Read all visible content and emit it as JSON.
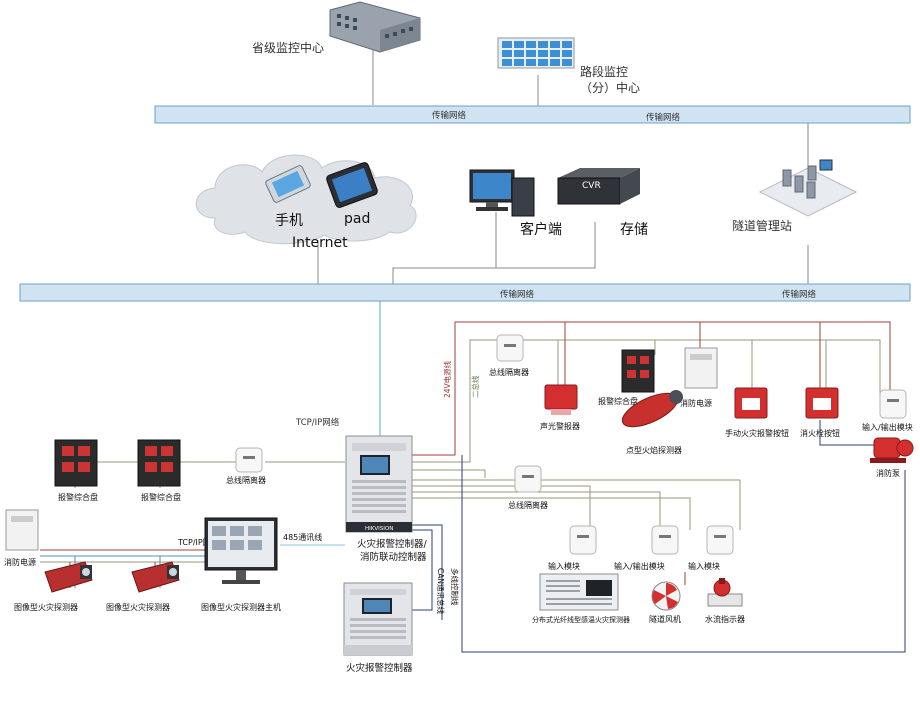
{
  "nodes": {
    "provincial_center": "省级监控中心",
    "segment_center_line1": "路段监控",
    "segment_center_line2": "（分）中心",
    "phone": "手机",
    "pad": "pad",
    "internet": "Internet",
    "client": "客户端",
    "storage": "存储",
    "cvr": "CVR",
    "tunnel_station": "隧道管理站",
    "tcpip_network": "TCP/IP网络",
    "alarm_panel_1": "报警综合盘",
    "alarm_panel_2": "报警综合盘",
    "bus_isolator_left": "总线隔离器",
    "fire_power_left": "消防电源",
    "tcpip_short": "TCP/IP网",
    "comm_485": "485通讯线",
    "image_detector_1": "图像型火灾探测器",
    "image_detector_2": "图像型火灾探测器",
    "image_detector_host": "图像型火灾探测器主机",
    "main_controller_line1": "火灾报警控制器/",
    "main_controller_line2": "消防联动控制器",
    "hikvision": "HIKVISION",
    "can_line": "CAN通讯总线",
    "multi_line": "多线控制线",
    "sub_controller": "火灾报警控制器",
    "power_24v": "24V电源线",
    "bus_2": "二总线",
    "bus_isolator_top": "总线隔离器",
    "sound_light_alarm": "声光警报器",
    "alarm_panel_3": "报警综合盘",
    "fire_power_right": "消防电源",
    "point_flame_detector": "点型火焰探测器",
    "manual_alarm_button": "手动火灾报警按钮",
    "hydrant_button": "消火栓按钮",
    "io_module_top": "输入/输出模块",
    "fire_pump": "消防泵",
    "bus_isolator_mid": "总线隔离器",
    "input_module_1": "输入模块",
    "io_module_mid": "输入/输出模块",
    "input_module_2": "输入模块",
    "fiber_detector": "分布式光纤线型感温火灾探测器",
    "tunnel_fan": "隧道风机",
    "water_flow_indicator": "水流指示器"
  },
  "networks": {
    "top_left": "传输网络",
    "top_right": "传输网络",
    "mid_left": "传输网络",
    "mid_right": "传输网络"
  },
  "colors": {
    "network_bar": "#cfe3f2",
    "network_border": "#6fa0c4",
    "tcp_line": "#8ec5e0",
    "power_line": "#a33d3d",
    "bus_line": "#9a9a7a",
    "multi_line": "#2a3f7a",
    "red_device": "#d42f2f"
  }
}
